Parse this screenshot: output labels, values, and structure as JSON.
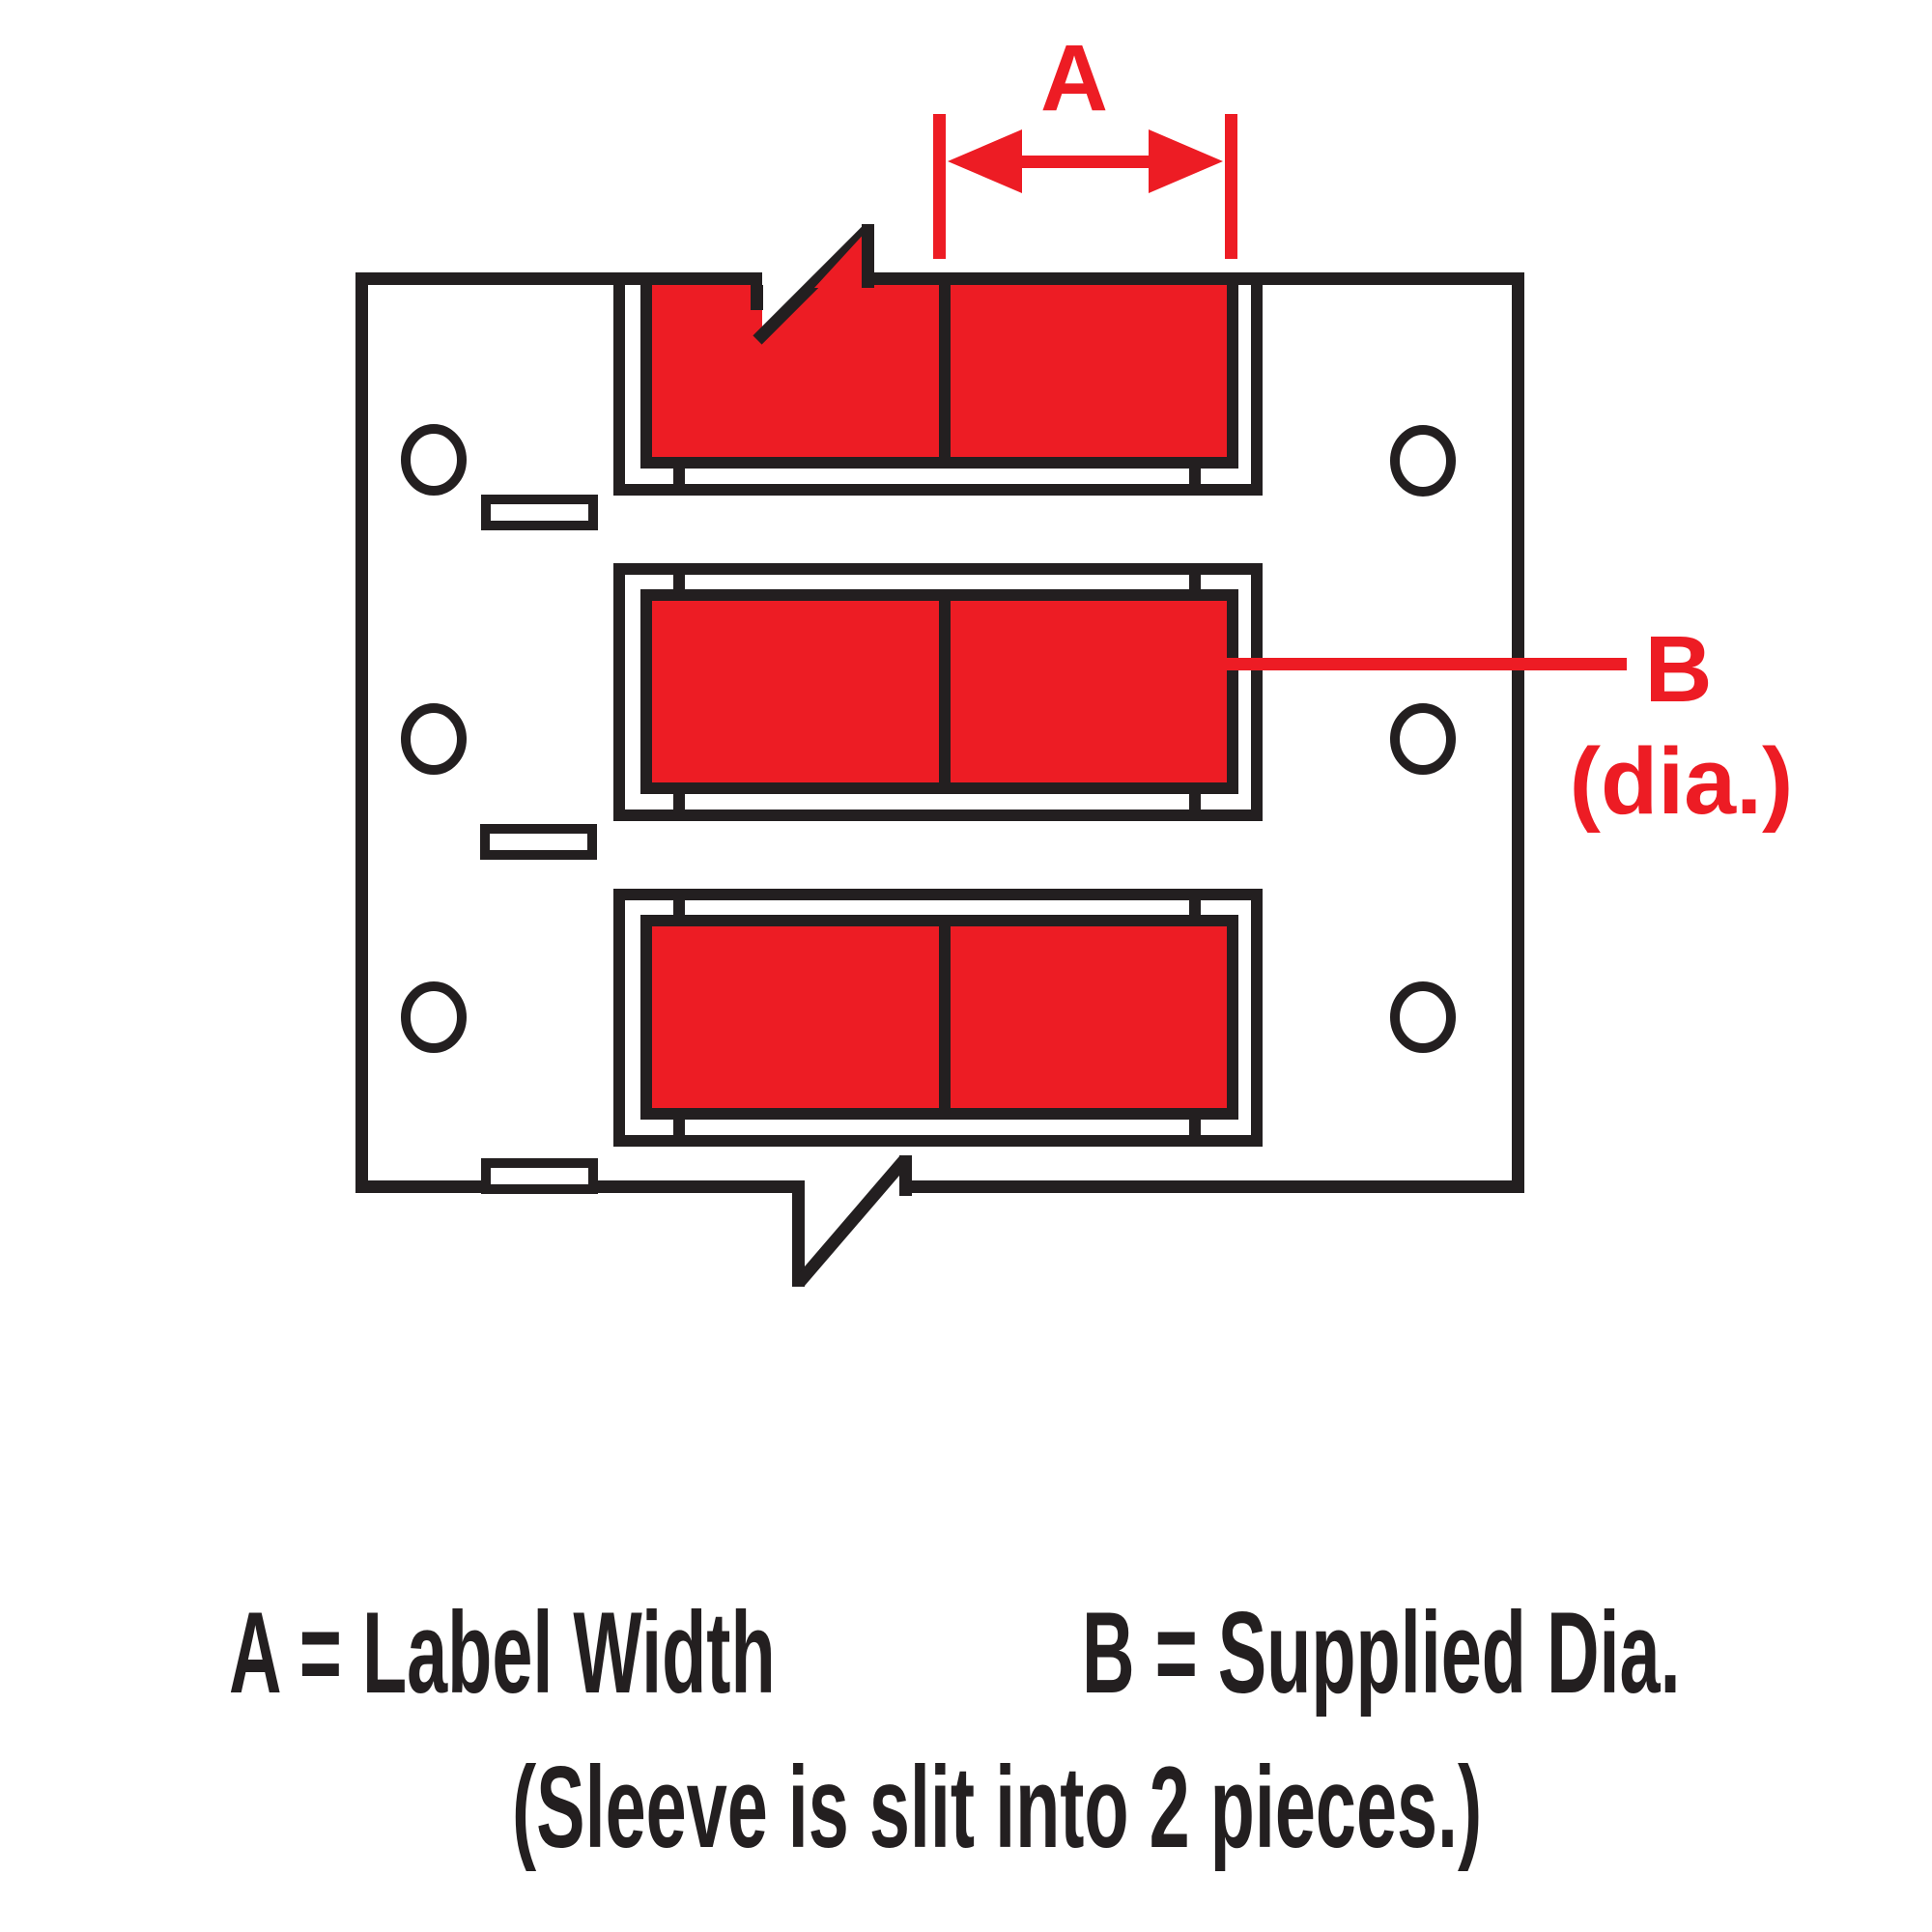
{
  "diagram": {
    "title_hint": "wire-marker sleeve dimension diagram",
    "dim_a_label": "A",
    "dim_b_label": "B",
    "dim_b_sub_label": "(dia.)",
    "caption_a": "A = Label Width",
    "caption_b": "B = Supplied Dia.",
    "caption_note": "(Sleeve is slit into 2 pieces.)",
    "sleeve_count": 3,
    "pieces_per_sleeve": 2,
    "colors": {
      "sleeve_red": "#ED1C24",
      "annotation_red": "#ED1C24",
      "line_black": "#231F20",
      "background": "#FFFFFF"
    },
    "icons": {
      "tear_top": "torn-edge-zigzag-icon",
      "tear_bottom": "torn-edge-zigzag-icon",
      "dim_arrow": "double-headed-arrow-icon"
    }
  }
}
